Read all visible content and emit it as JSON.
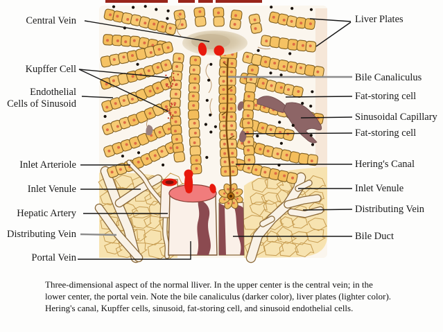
{
  "labels_left": [
    {
      "text": "Central Vein"
    },
    {
      "text": "Kupffer Cell"
    },
    {
      "text": "Endothelial"
    },
    {
      "text": "Cells of Sinusoid"
    },
    {
      "text": "Inlet Arteriole"
    },
    {
      "text": "Inlet Venule"
    },
    {
      "text": "Hepatic Artery"
    },
    {
      "text": "Distributing Vein"
    },
    {
      "text": "Portal Vein"
    }
  ],
  "labels_right": [
    {
      "text": "Liver Plates"
    },
    {
      "text": "Bile Canaliculus"
    },
    {
      "text": "Fat-storing cell"
    },
    {
      "text": "Sinusoidal Capillary"
    },
    {
      "text": "Fat-storing cell"
    },
    {
      "text": "Hering's Canal"
    },
    {
      "text": "Inlet Venule"
    },
    {
      "text": "Distributing Vein"
    },
    {
      "text": "Bile Duct"
    }
  ],
  "caption": {
    "line1": "Three-dimensional aspect of the normal lliver. In the upper center is the central vein; in the",
    "line2": "lower center, the portal vein. Note the bile canaliculus (darker color), liver plates (lighter color).",
    "line3": "Hering's canal, Kupffer cells, sinusoid, fat-storing cell, and sinusoid endothelial cells."
  },
  "colors": {
    "liver_cell": "#F5C263",
    "cell_outline": "#7E5D1F",
    "nucleus": "#DE6B45",
    "bile_canaliculus": "#7A4A10",
    "portal_vein_lumen": "#F17C7C",
    "red_blood_cell": "#E8190C",
    "fat_storing_cell": "#8D6566",
    "connective_tissue": "#F7E3B0",
    "kupffer_stipple": "#C8402C",
    "bile_duct_maroon": "#8B4A50"
  }
}
